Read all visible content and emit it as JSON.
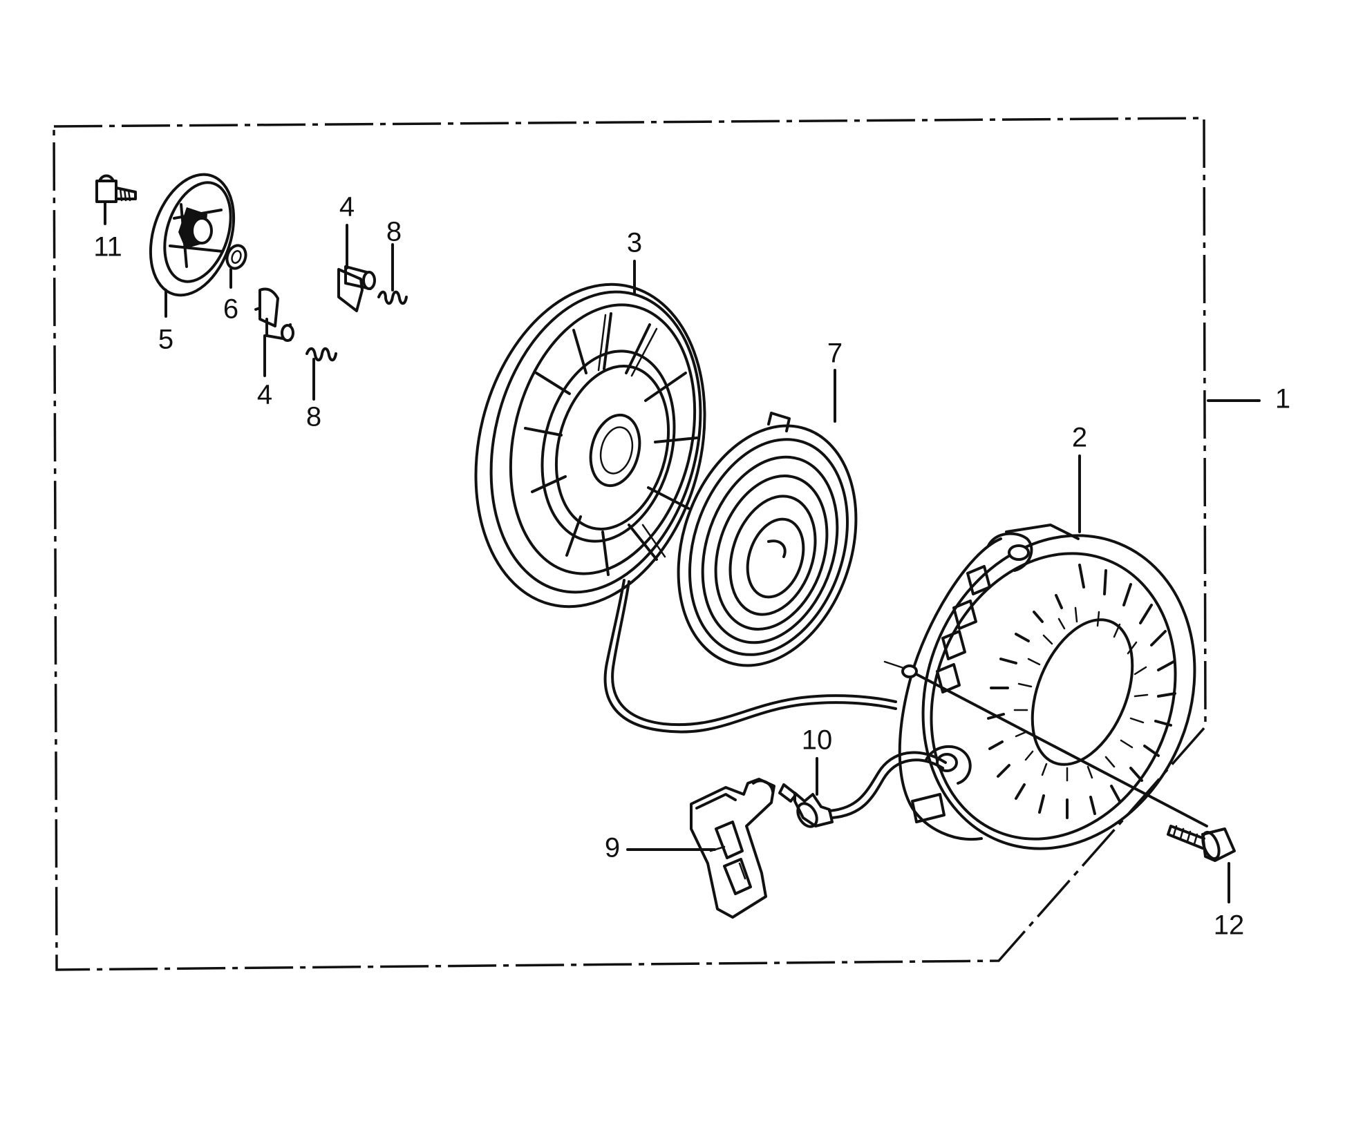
{
  "diagram": {
    "callouts": [
      {
        "id": "c1",
        "label": "1"
      },
      {
        "id": "c2",
        "label": "2"
      },
      {
        "id": "c3",
        "label": "3"
      },
      {
        "id": "c4a",
        "label": "4"
      },
      {
        "id": "c4b",
        "label": "4"
      },
      {
        "id": "c5",
        "label": "5"
      },
      {
        "id": "c6",
        "label": "6"
      },
      {
        "id": "c7",
        "label": "7"
      },
      {
        "id": "c8a",
        "label": "8"
      },
      {
        "id": "c8b",
        "label": "8"
      },
      {
        "id": "c9",
        "label": "9"
      },
      {
        "id": "c10",
        "label": "10"
      },
      {
        "id": "c11",
        "label": "11"
      },
      {
        "id": "c12",
        "label": "12"
      }
    ]
  }
}
